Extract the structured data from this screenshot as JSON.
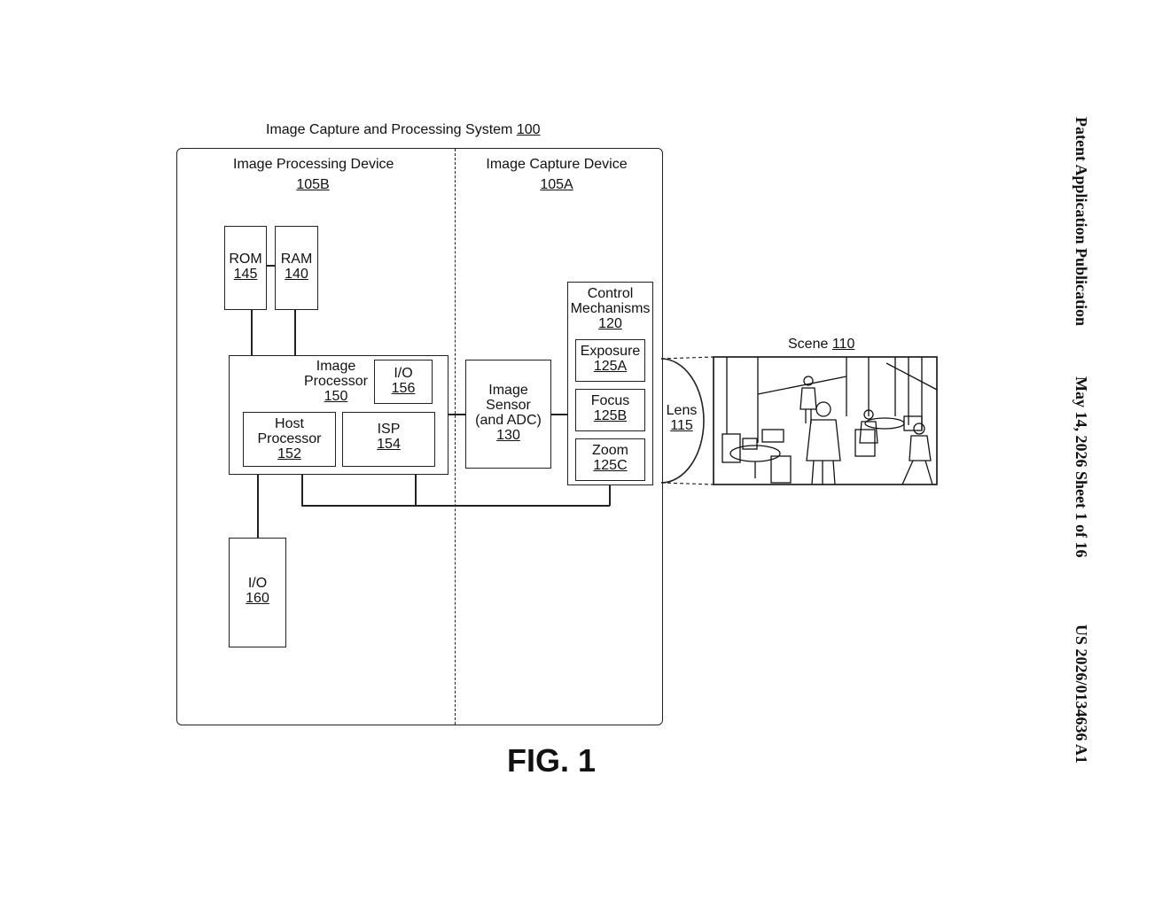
{
  "header": {
    "publication_type": "Patent Application Publication",
    "date_sheet": "May 14, 2026  Sheet 1 of 16",
    "pub_number": "US 2026/0134636 A1"
  },
  "figure": {
    "system_label": "Image Capture and Processing System",
    "system_ref": "100",
    "processing_device": {
      "label": "Image Processing Device",
      "ref": "105B"
    },
    "capture_device": {
      "label": "Image Capture Device",
      "ref": "105A"
    },
    "rom": {
      "label": "ROM",
      "ref": "145"
    },
    "ram": {
      "label": "RAM",
      "ref": "140"
    },
    "image_processor": {
      "line1": "Image",
      "line2": "Processor",
      "ref": "150"
    },
    "io_156": {
      "label": "I/O",
      "ref": "156"
    },
    "host_processor": {
      "line1": "Host",
      "line2": "Processor",
      "ref": "152"
    },
    "isp": {
      "label": "ISP",
      "ref": "154"
    },
    "io_160": {
      "label": "I/O",
      "ref": "160"
    },
    "image_sensor": {
      "line1": "Image",
      "line2": "Sensor",
      "line3": "(and ADC)",
      "ref": "130"
    },
    "control_mechanisms": {
      "line1": "Control",
      "line2": "Mechanisms",
      "ref": "120"
    },
    "exposure": {
      "label": "Exposure",
      "ref": "125A"
    },
    "focus": {
      "label": "Focus",
      "ref": "125B"
    },
    "zoom": {
      "label": "Zoom",
      "ref": "125C"
    },
    "lens": {
      "label": "Lens",
      "ref": "115"
    },
    "scene": {
      "label": "Scene",
      "ref": "110"
    },
    "caption": "FIG. 1"
  }
}
